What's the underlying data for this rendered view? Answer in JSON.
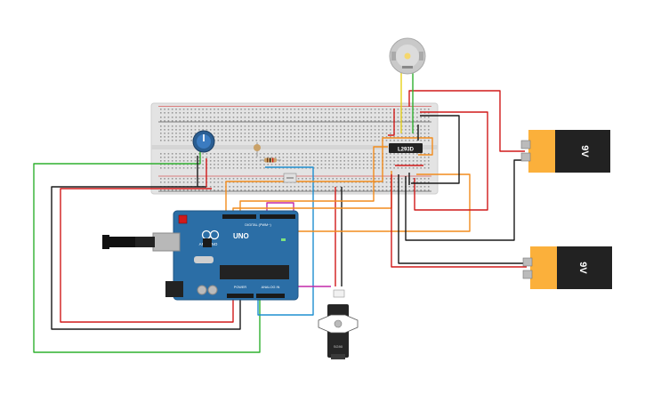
{
  "arduino": {
    "brand": "ARDUINO",
    "model": "UNO",
    "header_digital": "DIGITAL (PWM~)",
    "header_power": "POWER",
    "header_analog": "ANALOG IN"
  },
  "driver_chip": {
    "label": "L293D"
  },
  "battery_top": {
    "label": "9V"
  },
  "battery_bottom": {
    "label": "9V"
  },
  "servo": {
    "label": "SG90"
  },
  "colors": {
    "breadboard": "#e3e3e3",
    "arduino_pcb": "#2b6ea6",
    "battery_body": "#fbb03b",
    "battery_cap": "#222222",
    "wire_red": "#d11a1a",
    "wire_black": "#1a1a1a",
    "wire_green": "#2fb02f",
    "wire_orange": "#f28c1d",
    "wire_blue": "#1f8fd0",
    "wire_magenta": "#c229a8",
    "wire_yellow": "#e6d11a"
  }
}
